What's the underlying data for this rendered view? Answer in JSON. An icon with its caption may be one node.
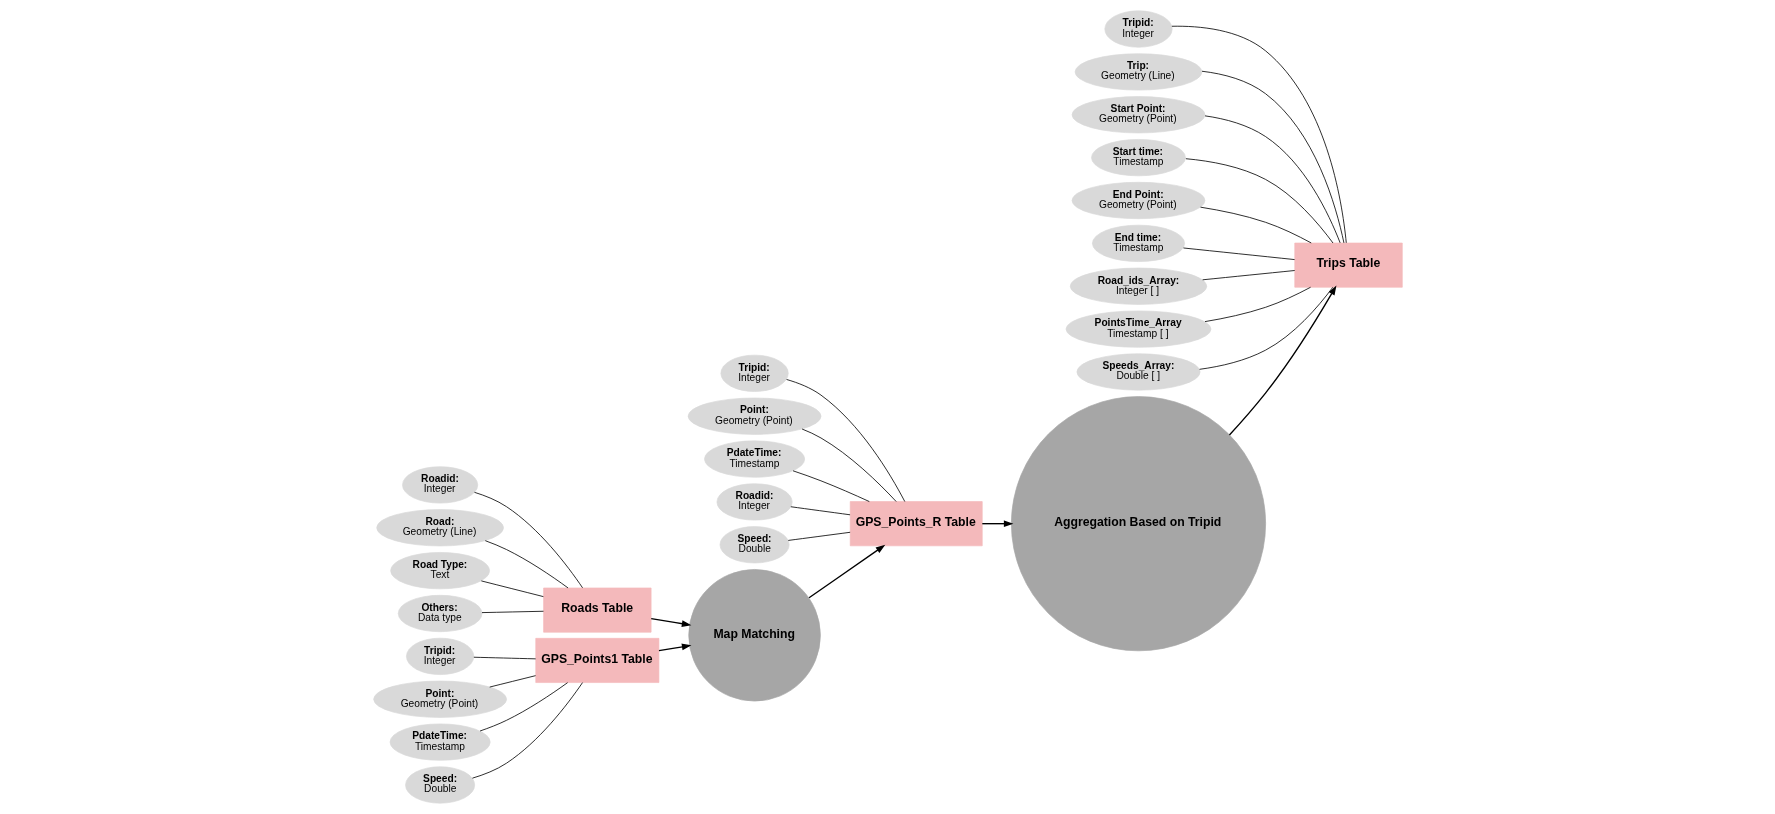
{
  "diagram": {
    "nodes": [
      {
        "text": [
          "GPS_Points1 Table"
        ]
      },
      {
        "text": [
          "Tripid:",
          "Integer"
        ]
      },
      {
        "text": [
          "Point:",
          "Geometry (Point)"
        ]
      },
      {
        "text": [
          "PdateTime:",
          "Timestamp"
        ]
      },
      {
        "text": [
          "Speed:",
          "Double"
        ]
      },
      {
        "text": [
          "Map Matching"
        ]
      },
      {
        "text": [
          "Roads Table"
        ]
      },
      {
        "text": [
          "Roadid:",
          "Integer"
        ]
      },
      {
        "text": [
          "Road:",
          "Geometry (Line)"
        ]
      },
      {
        "text": [
          "Road Type:",
          "Text"
        ]
      },
      {
        "text": [
          "Others:",
          "Data type"
        ]
      },
      {
        "text": [
          "GPS_Points_R Table"
        ]
      },
      {
        "text": [
          "Tripid:",
          "Integer"
        ]
      },
      {
        "text": [
          "Point:",
          "Geometry (Point)"
        ]
      },
      {
        "text": [
          "PdateTime:",
          "Timestamp"
        ]
      },
      {
        "text": [
          "Roadid:",
          "Integer"
        ]
      },
      {
        "text": [
          "Speed:",
          "Double"
        ]
      },
      {
        "text": [
          "Aggregation Based on Tripid"
        ]
      },
      {
        "text": [
          "Trips Table"
        ]
      },
      {
        "text": [
          "Tripid:",
          "Integer"
        ]
      },
      {
        "text": [
          "Trip:",
          "Geometry (Line)"
        ]
      },
      {
        "text": [
          "Start Point:",
          "Geometry (Point)"
        ]
      },
      {
        "text": [
          "Start time:",
          "Timestamp"
        ]
      },
      {
        "text": [
          "End Point:",
          "Geometry (Point)"
        ]
      },
      {
        "text": [
          "End time:",
          "Timestamp"
        ]
      },
      {
        "text": [
          "Road_ids_Array:",
          "Integer [ ]"
        ]
      },
      {
        "text": [
          "PointsTime_Array",
          "Timestamp [ ]"
        ]
      },
      {
        "text": [
          "Speeds_Array:",
          "Double [ ]"
        ]
      }
    ],
    "edges": [
      {
        "from": 1,
        "to": 0,
        "arrow": "none"
      },
      {
        "from": 2,
        "to": 0,
        "arrow": "none"
      },
      {
        "from": 3,
        "to": 0,
        "arrow": "none"
      },
      {
        "from": 4,
        "to": 0,
        "arrow": "none"
      },
      {
        "from": 0,
        "to": 5,
        "arrow": "to"
      },
      {
        "from": 6,
        "to": 5,
        "arrow": "to"
      },
      {
        "from": 7,
        "to": 6,
        "arrow": "none"
      },
      {
        "from": 8,
        "to": 6,
        "arrow": "none"
      },
      {
        "from": 9,
        "to": 6,
        "arrow": "none"
      },
      {
        "from": 10,
        "to": 6,
        "arrow": "none"
      },
      {
        "from": 5,
        "to": 11,
        "arrow": "to"
      },
      {
        "from": 12,
        "to": 11,
        "arrow": "none"
      },
      {
        "from": 13,
        "to": 11,
        "arrow": "none"
      },
      {
        "from": 14,
        "to": 11,
        "arrow": "none"
      },
      {
        "from": 15,
        "to": 11,
        "arrow": "none"
      },
      {
        "from": 16,
        "to": 11,
        "arrow": "none"
      },
      {
        "from": 11,
        "to": 17,
        "arrow": "to"
      },
      {
        "from": 17,
        "to": 18,
        "arrow": "to"
      },
      {
        "from": 19,
        "to": 18,
        "arrow": "none"
      },
      {
        "from": 20,
        "to": 18,
        "arrow": "none"
      },
      {
        "from": 21,
        "to": 18,
        "arrow": "none"
      },
      {
        "from": 22,
        "to": 18,
        "arrow": "none"
      },
      {
        "from": 23,
        "to": 18,
        "arrow": "none"
      },
      {
        "from": 24,
        "to": 18,
        "arrow": "none"
      },
      {
        "from": 25,
        "to": 18,
        "arrow": "none"
      },
      {
        "from": 26,
        "to": 18,
        "arrow": "none"
      },
      {
        "from": 27,
        "to": 18,
        "arrow": "none"
      }
    ]
  }
}
